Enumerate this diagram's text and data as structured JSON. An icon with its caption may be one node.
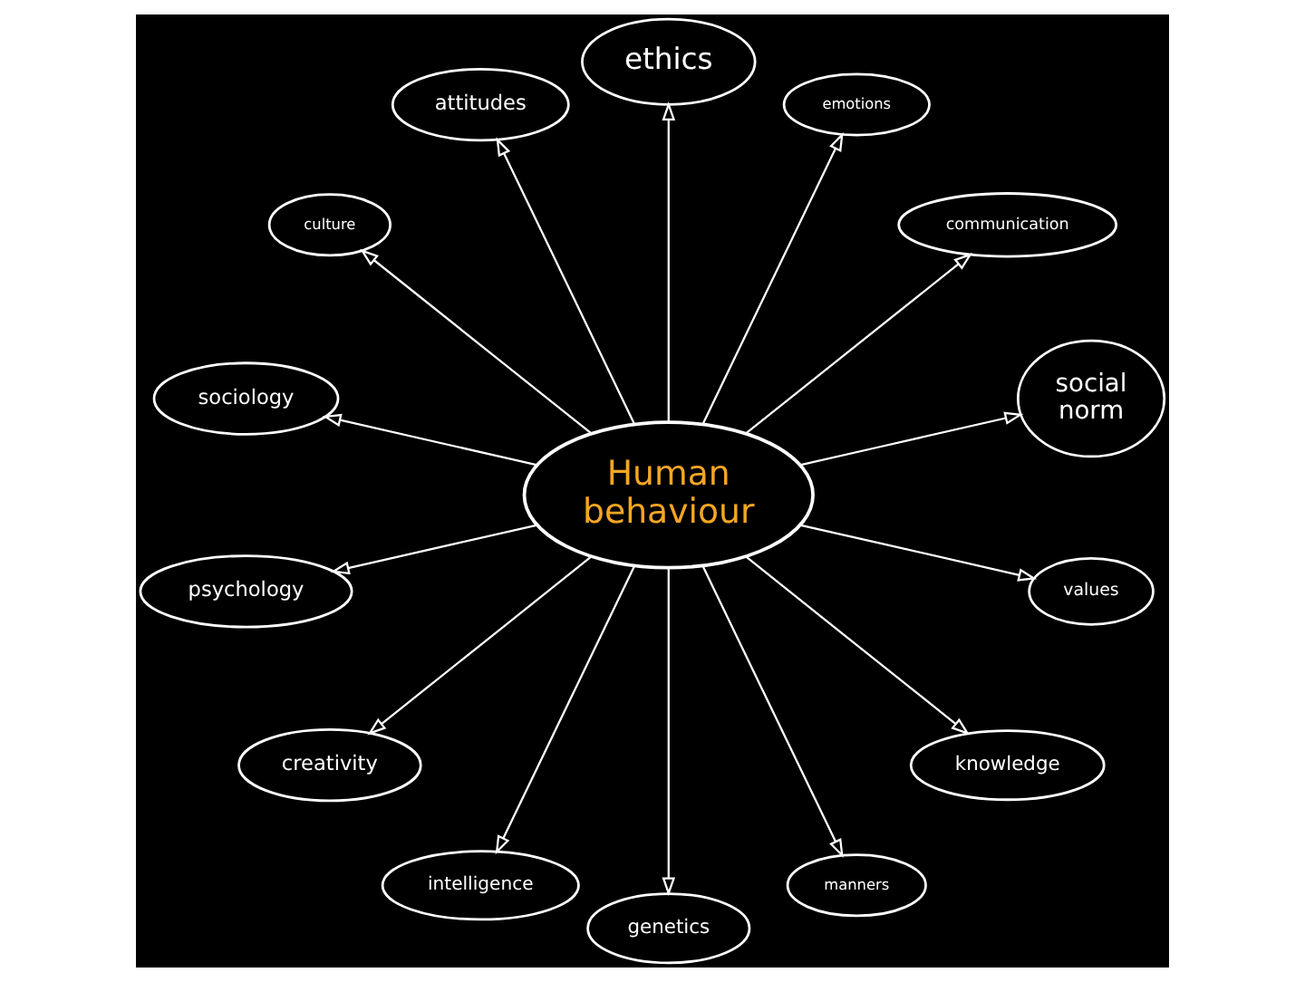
{
  "diagram": {
    "nodes": [
      {
        "text": [
          "Human behaviour"
        ]
      },
      {
        "text": [
          "culture"
        ]
      },
      {
        "text": [
          "attitudes"
        ]
      },
      {
        "text": [
          "ethics"
        ]
      },
      {
        "text": [
          "emotions"
        ]
      },
      {
        "text": [
          "communication"
        ]
      },
      {
        "text": [
          "sociology"
        ]
      },
      {
        "text": [
          "social norm"
        ]
      },
      {
        "text": [
          "psychology"
        ]
      },
      {
        "text": [
          "values"
        ]
      },
      {
        "text": [
          "manners"
        ]
      },
      {
        "text": [
          "creativity"
        ]
      },
      {
        "text": [
          "knowledge"
        ]
      },
      {
        "text": [
          "intelligence"
        ]
      },
      {
        "text": [
          "genetics"
        ]
      }
    ],
    "edges": [
      {
        "from": 0,
        "to": 1,
        "arrow": "to"
      },
      {
        "from": 0,
        "to": 2,
        "arrow": "to"
      },
      {
        "from": 0,
        "to": 3,
        "arrow": "to"
      },
      {
        "from": 0,
        "to": 4,
        "arrow": "to"
      },
      {
        "from": 0,
        "to": 5,
        "arrow": "to"
      },
      {
        "from": 0,
        "to": 7,
        "arrow": "to"
      },
      {
        "from": 0,
        "to": 9,
        "arrow": "to"
      },
      {
        "from": 0,
        "to": 12,
        "arrow": "to"
      },
      {
        "from": 0,
        "to": 10,
        "arrow": "to"
      },
      {
        "from": 0,
        "to": 14,
        "arrow": "to"
      },
      {
        "from": 0,
        "to": 13,
        "arrow": "to"
      },
      {
        "from": 0,
        "to": 11,
        "arrow": "to"
      },
      {
        "from": 0,
        "to": 8,
        "arrow": "to"
      },
      {
        "from": 0,
        "to": 6,
        "arrow": "to"
      }
    ]
  }
}
